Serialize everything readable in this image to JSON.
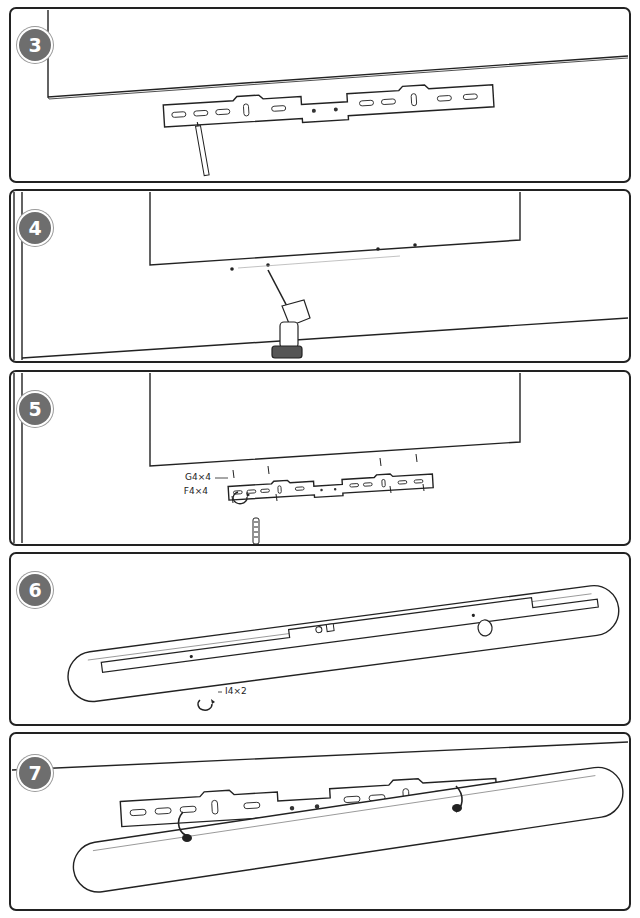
{
  "diagram": {
    "nodes": [
      {
        "text": [
          "3"
        ]
      },
      {
        "text": [
          "4"
        ]
      },
      {
        "text": [
          "5"
        ]
      },
      {
        "text": [
          "6"
        ]
      },
      {
        "text": [
          "7"
        ]
      }
    ],
    "labels": [
      "G4×4",
      "F4×4",
      "I4×2"
    ]
  }
}
